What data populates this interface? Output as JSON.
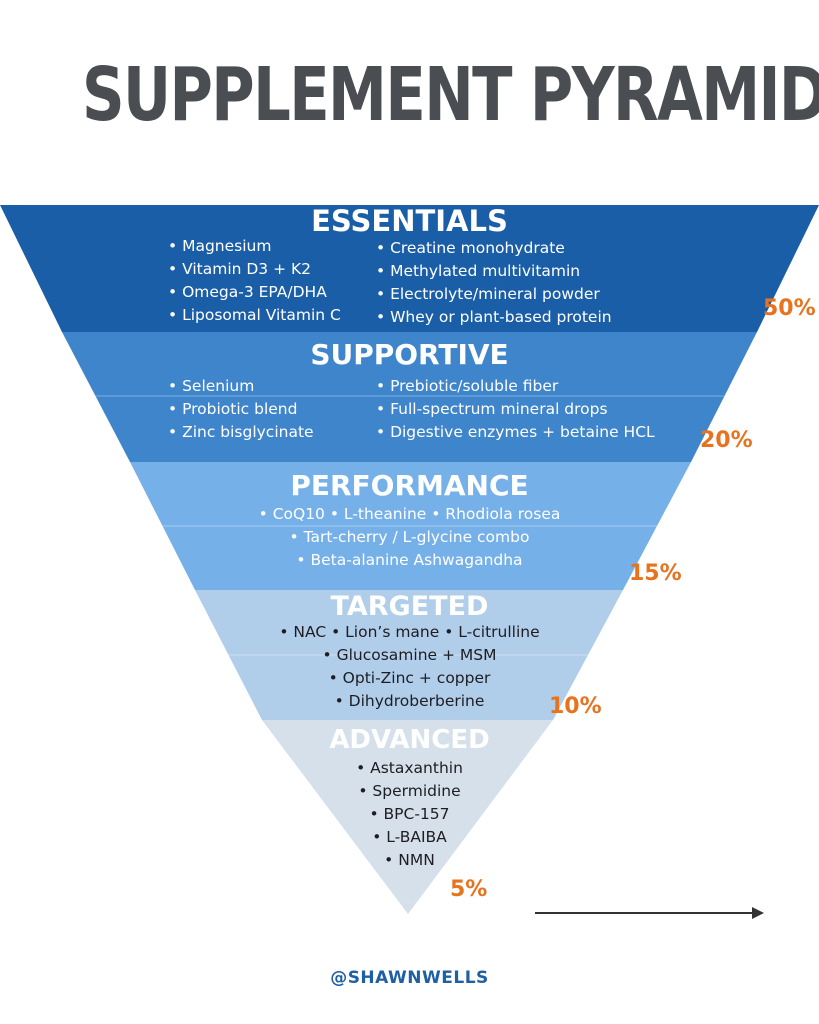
{
  "title": "SUPPLEMENT PYRAMID",
  "colors": {
    "tier1": "#1b5ea8",
    "tier2": "#3f85cb",
    "tier3": "#76b0e9",
    "tier4": "#b0cdea",
    "tier5": "#d6e0ea",
    "percent": "#e8731f",
    "title": "#4a4d52",
    "handle": "#1f5fa3"
  },
  "tiers": [
    {
      "name": "ESSENTIALS",
      "percent": "50%",
      "left_items": [
        "• Magnesium",
        "• Vitamin D3 + K2",
        "• Omega-3 EPA/DHA",
        "• Liposomal Vitamin C"
      ],
      "right_items": [
        "• Creatine monohydrate",
        "• Methylated multivitamin",
        "• Electrolyte/mineral powder",
        "• Whey or plant-based protein"
      ]
    },
    {
      "name": "SUPPORTIVE",
      "percent": "20%",
      "left_items": [
        "• Selenium",
        "• Probiotic blend",
        "• Zinc bisglycinate"
      ],
      "right_items": [
        "• Prebiotic/soluble fiber",
        "• Full-spectrum mineral drops",
        "• Digestive enzymes + betaine HCL"
      ]
    },
    {
      "name": "PERFORMANCE",
      "percent": "15%",
      "items": [
        "• CoQ10 • L-theanine • Rhodiola rosea",
        "• Tart-cherry / L-glycine combo",
        "• Beta-alanine  Ashwagandha"
      ]
    },
    {
      "name": "TARGETED",
      "percent": "10%",
      "items": [
        "• NAC • Lion’s mane • L-citrulline",
        "• Glucosamine + MSM",
        "• Opti-Zinc + copper",
        "• Dihydroberberine"
      ]
    },
    {
      "name": "ADVANCED",
      "percent": "5%",
      "items": [
        "• Astaxanthin",
        "• Spermidine",
        "• BPC-157",
        "• L-BAIBA",
        "• NMN"
      ]
    }
  ],
  "handle": "@SHAWNWELLS"
}
